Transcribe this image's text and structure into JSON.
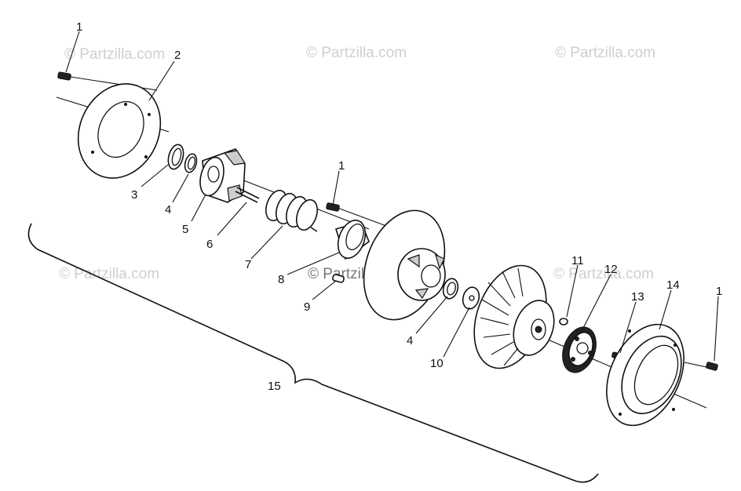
{
  "diagram": {
    "watermark": "© Partzilla.com",
    "callouts": [
      {
        "id": "c1a",
        "text": "1"
      },
      {
        "id": "c2",
        "text": "2"
      },
      {
        "id": "c3",
        "text": "3"
      },
      {
        "id": "c4a",
        "text": "4"
      },
      {
        "id": "c5",
        "text": "5"
      },
      {
        "id": "c6",
        "text": "6"
      },
      {
        "id": "c7",
        "text": "7"
      },
      {
        "id": "c1b",
        "text": "1"
      },
      {
        "id": "c8",
        "text": "8"
      },
      {
        "id": "c9",
        "text": "9"
      },
      {
        "id": "c4b",
        "text": "4"
      },
      {
        "id": "c10",
        "text": "10"
      },
      {
        "id": "c11",
        "text": "11"
      },
      {
        "id": "c12",
        "text": "12"
      },
      {
        "id": "c13",
        "text": "13"
      },
      {
        "id": "c14",
        "text": "14"
      },
      {
        "id": "c1c",
        "text": "1"
      },
      {
        "id": "c15",
        "text": "15"
      }
    ]
  }
}
